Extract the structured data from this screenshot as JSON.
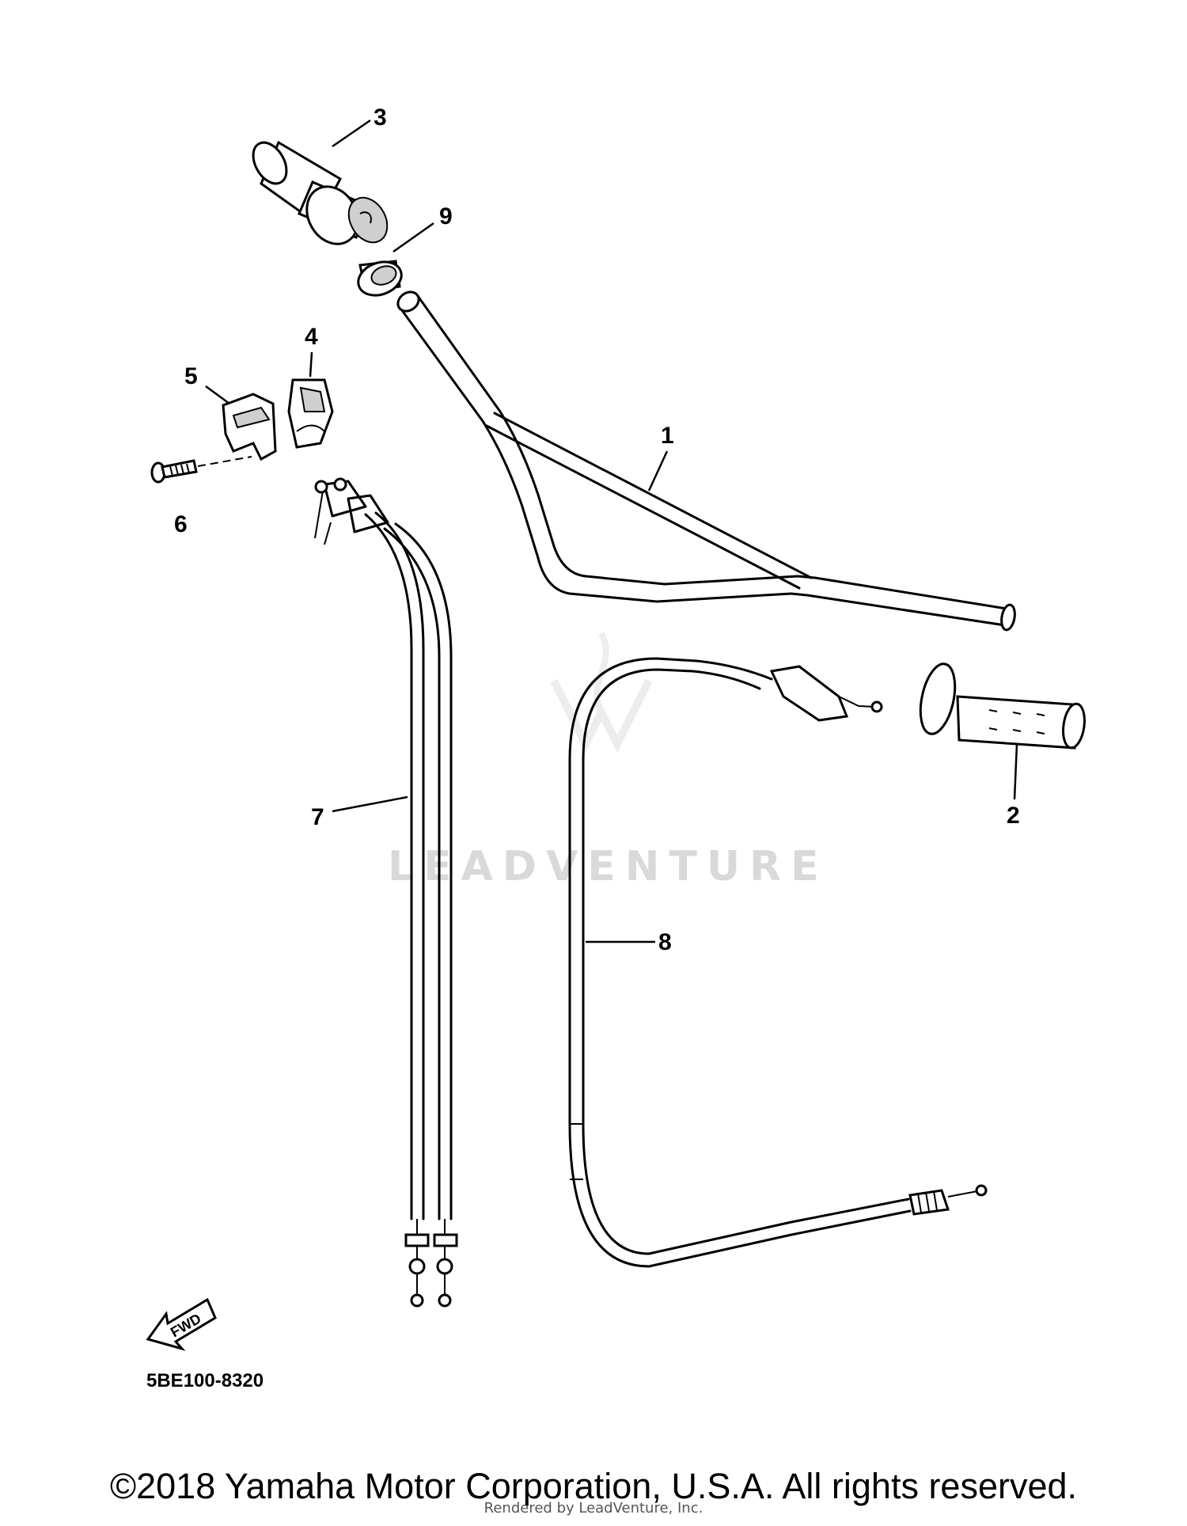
{
  "diagram": {
    "callouts": {
      "p1": "1",
      "p2": "2",
      "p3": "3",
      "p4": "4",
      "p5": "5",
      "p6": "6",
      "p7": "7",
      "p8": "8",
      "p9": "9"
    },
    "fwd_label": "FWD",
    "diagram_code": "5BE100-8320",
    "watermark": "LEADVENTURE"
  },
  "footer": {
    "copyright": "©2018 Yamaha Motor Corporation, U.S.A. All rights reserved.",
    "rendered_by": "Rendered by LeadVenture, Inc."
  }
}
